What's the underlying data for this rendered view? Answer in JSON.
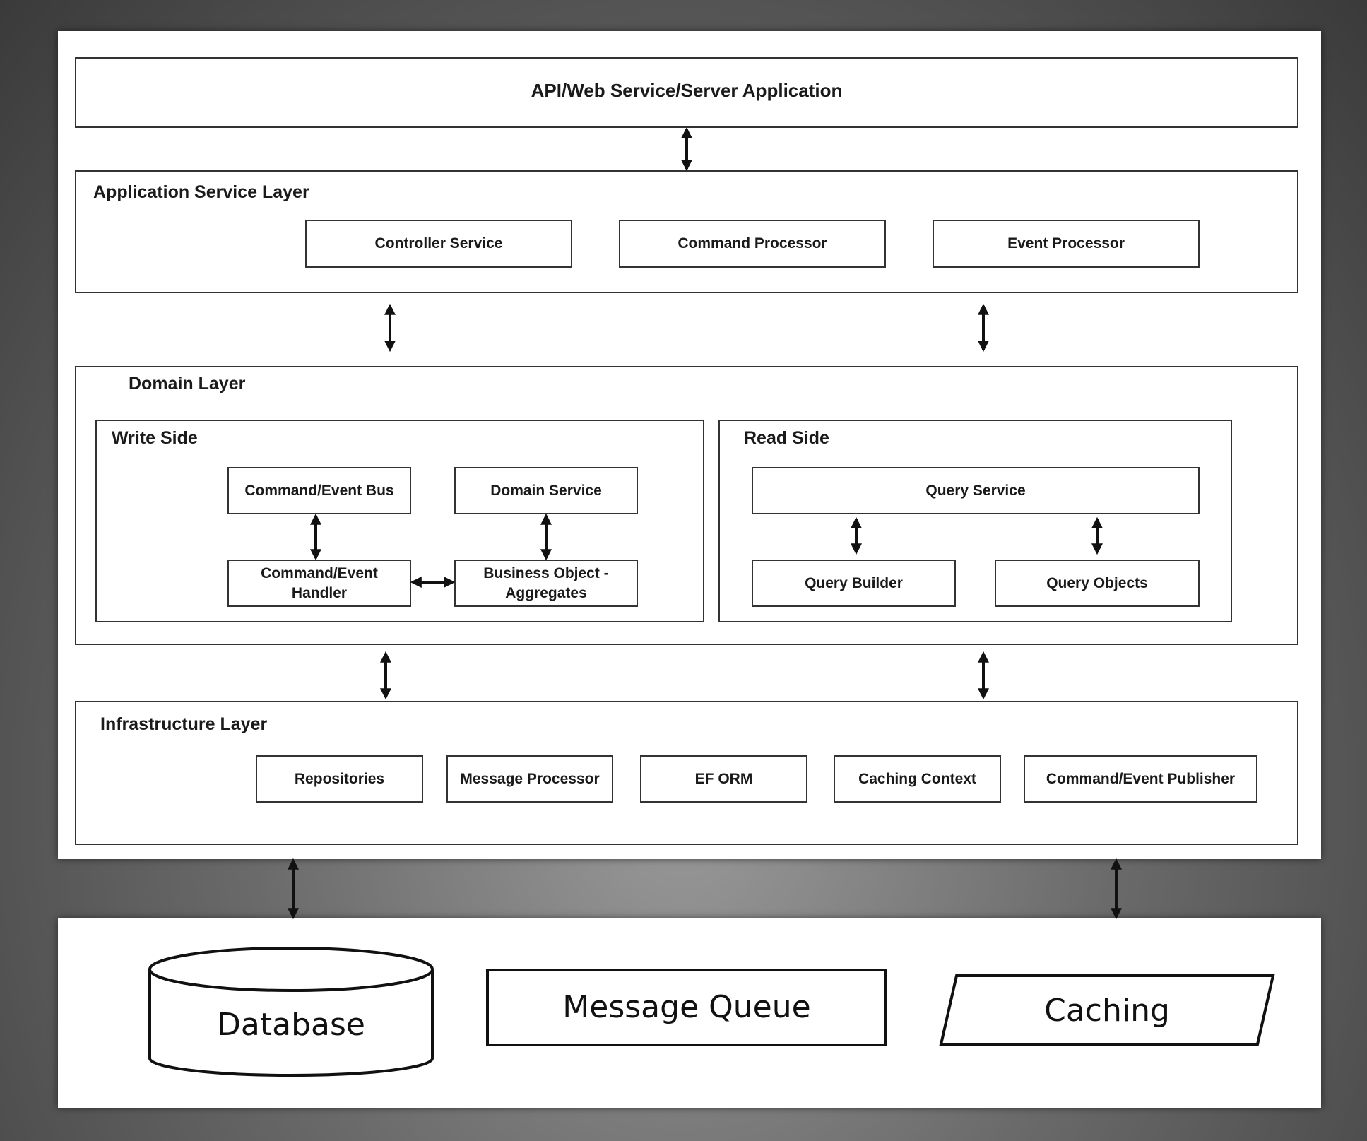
{
  "top": {
    "api": "API/Web Service/Server Application"
  },
  "app_layer": {
    "title": "Application Service Layer",
    "items": [
      "Controller Service",
      "Command Processor",
      "Event Processor"
    ]
  },
  "domain_layer": {
    "title": "Domain Layer",
    "write_side": {
      "title": "Write Side",
      "command_event_bus": "Command/Event Bus",
      "domain_service": "Domain Service",
      "command_event_handler": "Command/Event Handler",
      "business_object": "Business Object - Aggregates"
    },
    "read_side": {
      "title": "Read Side",
      "query_service": "Query Service",
      "query_builder": "Query Builder",
      "query_objects": "Query Objects"
    }
  },
  "infra_layer": {
    "title": "Infrastructure Layer",
    "items": [
      "Repositories",
      "Message Processor",
      "EF ORM",
      "Caching Context",
      "Command/Event Publisher"
    ]
  },
  "stores": {
    "database": "Database",
    "message_queue": "Message Queue",
    "caching": "Caching"
  }
}
